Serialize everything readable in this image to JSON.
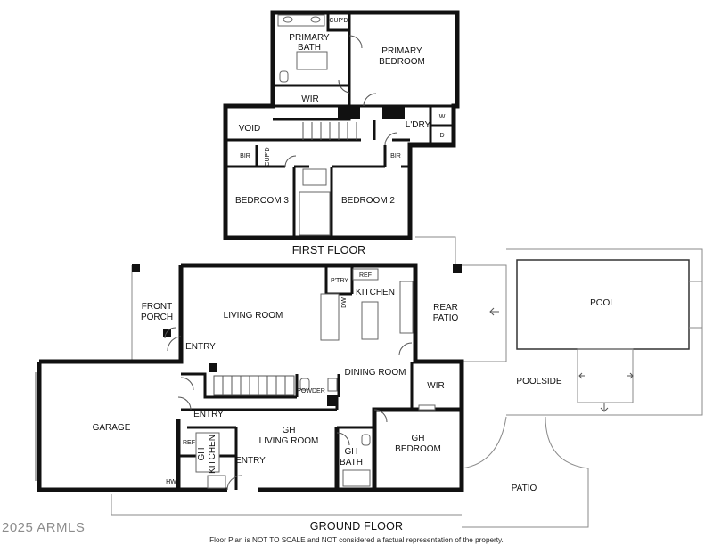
{
  "first_floor": {
    "title": "FIRST FLOOR",
    "rooms": {
      "primary_bath_line1": "PRIMARY",
      "primary_bath_line2": "BATH",
      "primary_bedroom_line1": "PRIMARY",
      "primary_bedroom_line2": "BEDROOM",
      "cupd_top": "CUP'D",
      "wir": "WIR",
      "laundry": "L'DRY",
      "washer": "W",
      "dryer": "D",
      "void": "VOID",
      "bir_left": "BIR",
      "cupd_left": "CUP'D",
      "bir_right": "BIR",
      "bedroom_3": "BEDROOM 3",
      "bedroom_2": "BEDROOM 2"
    }
  },
  "ground_floor": {
    "title": "GROUND FLOOR",
    "rooms": {
      "front_porch_line1": "FRONT",
      "front_porch_line2": "PORCH",
      "living_room": "LIVING ROOM",
      "pantry": "P'TRY",
      "ref": "REF",
      "kitchen": "KITCHEN",
      "dw": "DW",
      "rear_patio_line1": "REAR",
      "rear_patio_line2": "PATIO",
      "entry_main": "ENTRY",
      "dining_room": "DINING ROOM",
      "powder": "POWDER",
      "wir": "WIR",
      "pool": "POOL",
      "poolside": "POOLSIDE",
      "garage": "GARAGE",
      "entry_garage": "ENTRY",
      "gh_living_line1": "GH",
      "gh_living_line2": "LIVING ROOM",
      "gh_bedroom_line1": "GH",
      "gh_bedroom_line2": "BEDROOM",
      "gh_ref": "REF",
      "gh_kitchen_line1": "GH",
      "gh_kitchen_line2": "KITCHEN",
      "gh_bath_line1": "GH",
      "gh_bath_line2": "BATH",
      "entry_gh": "ENTRY",
      "hw": "HW",
      "patio": "PATIO"
    }
  },
  "disclaimer": "Floor Plan is NOT TO SCALE and NOT considered a factual representation of the property.",
  "watermark": "2025 ARMLS"
}
